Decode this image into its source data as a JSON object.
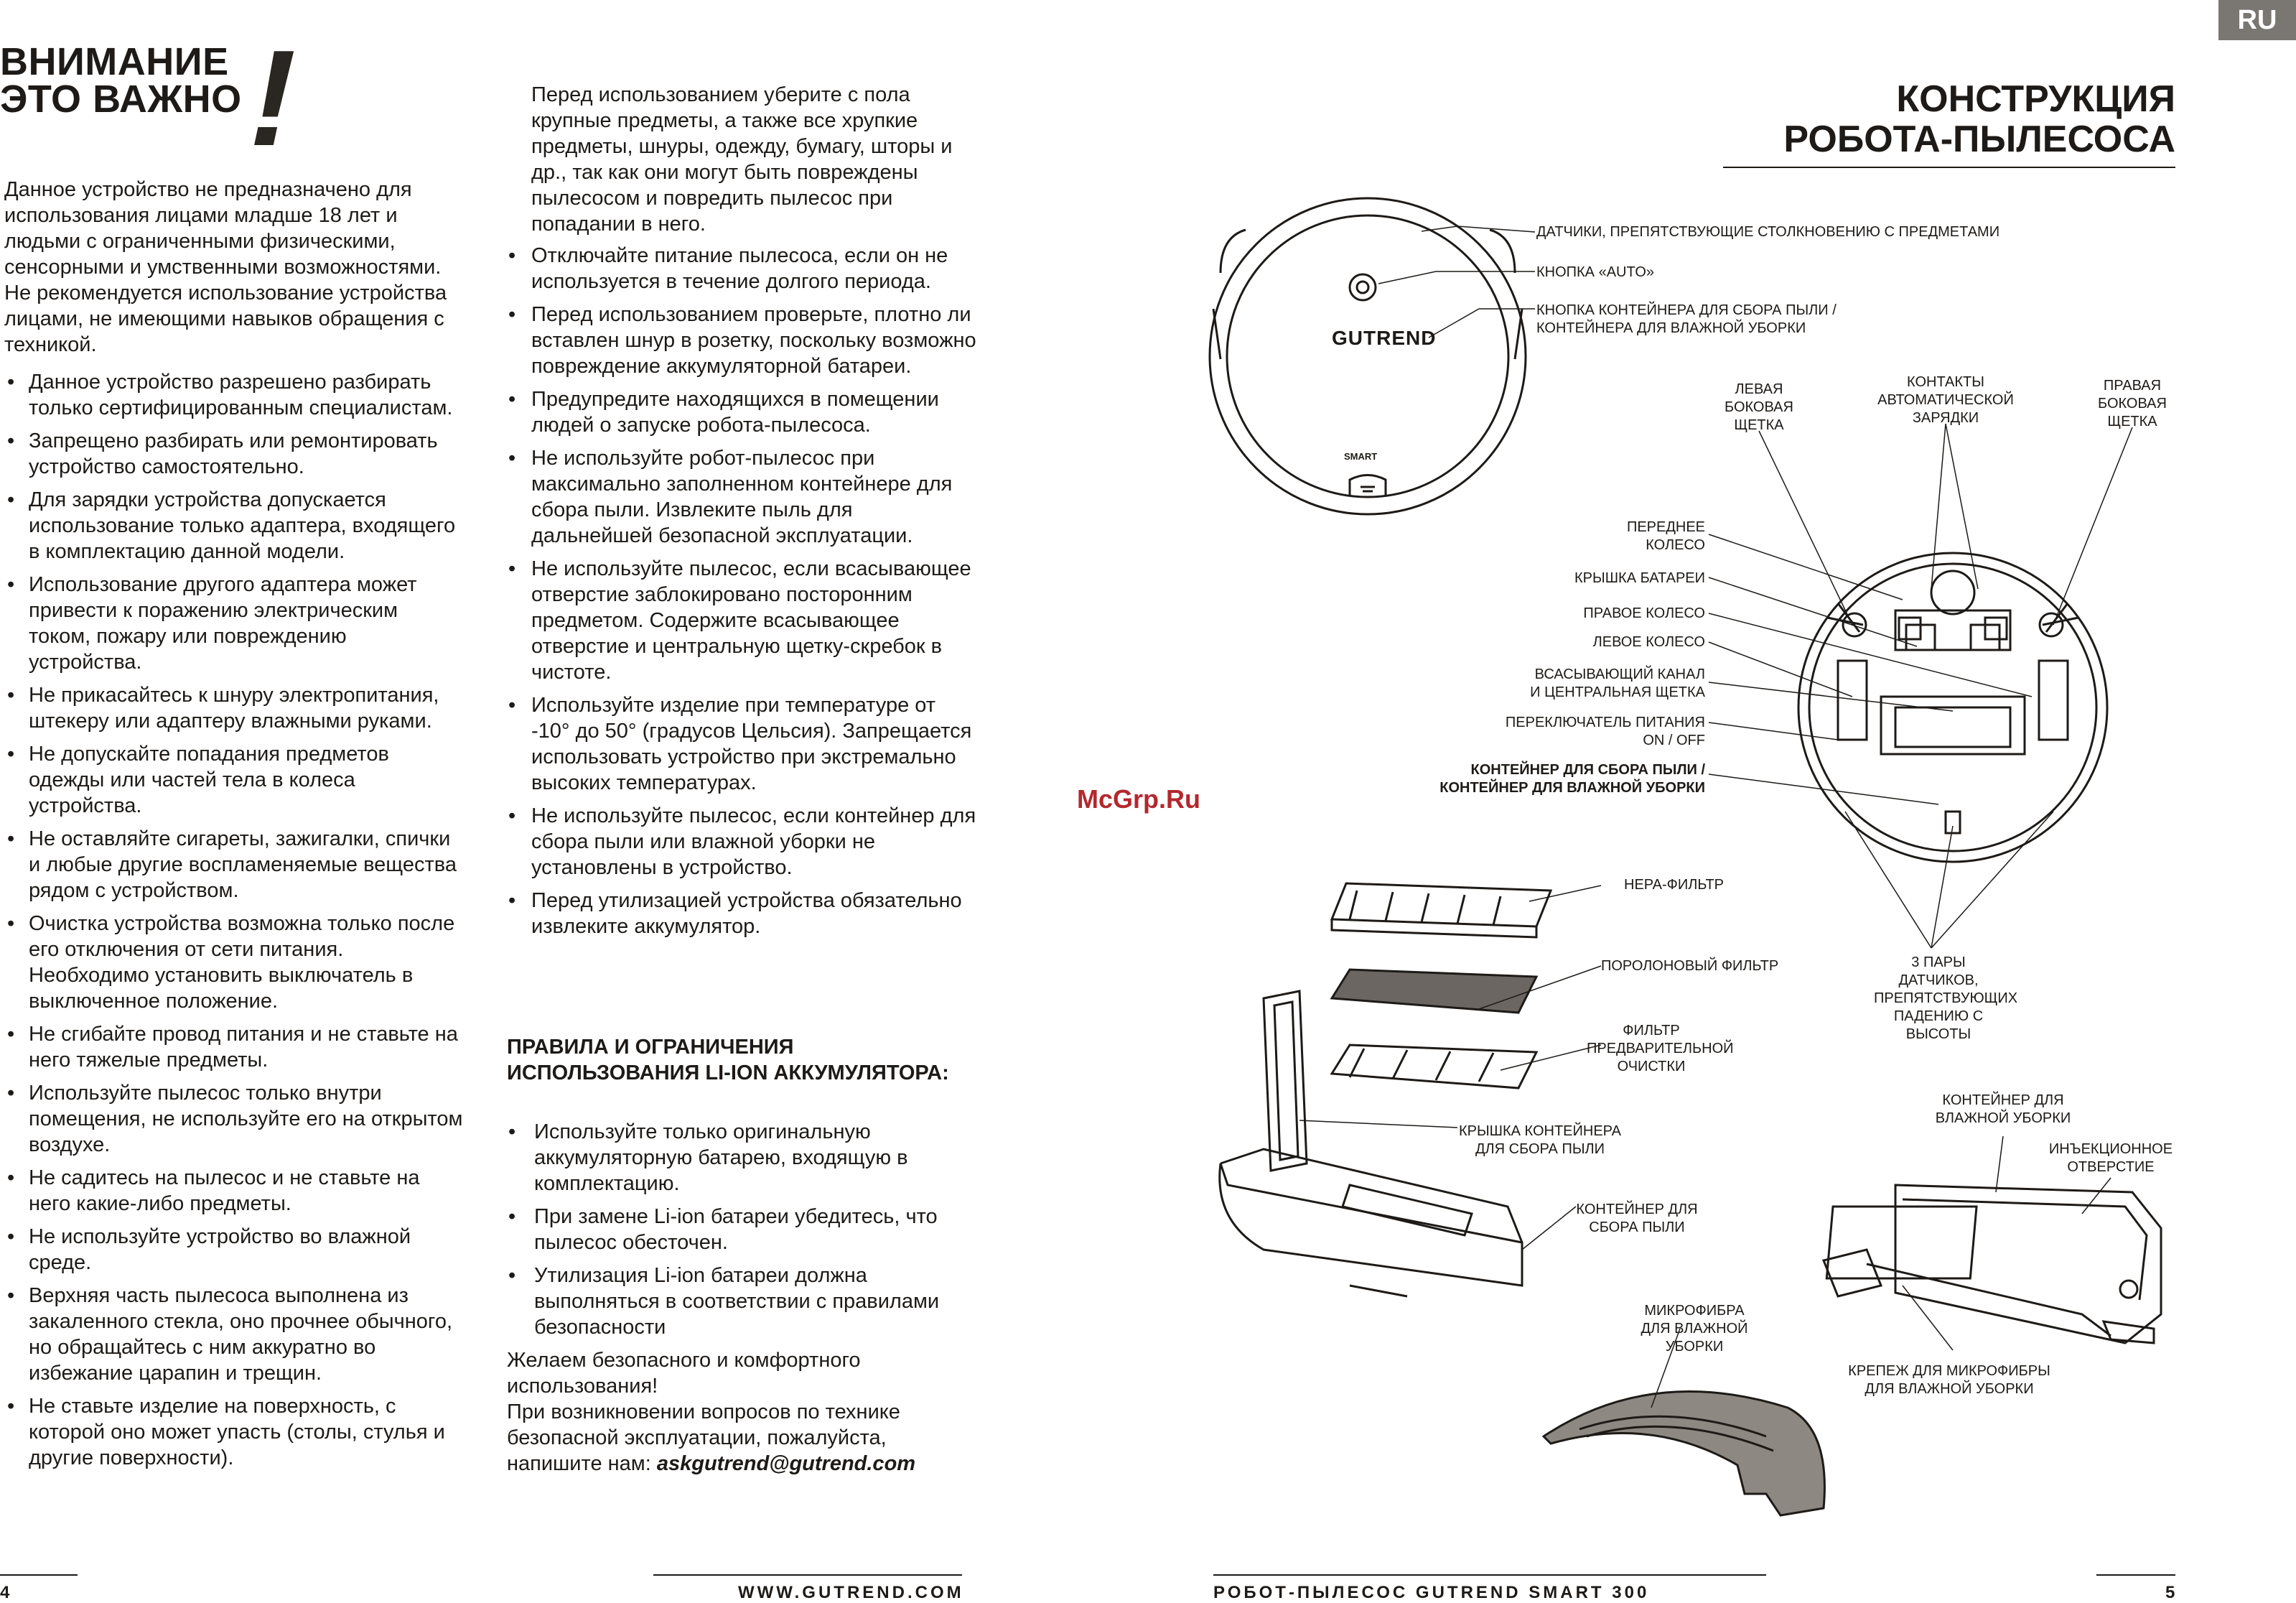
{
  "left_page": {
    "title": {
      "line1": "ВНИМАНИЕ",
      "line2": "ЭТО ВАЖНО",
      "exclamation": "!"
    },
    "intro": "Данное устройство не предназначено для использования лицами младше 18 лет и людьми с ограниченными физическими, сенсорными и умственными возможностями. Не рекомендуется использование устройства лицами, не имеющими навыков обращения с техникой.",
    "col1_bullets": [
      "Данное устройство разрешено разбирать только сертифицированным специалистам.",
      "Запрещено разбирать или ремонтировать устройство самостоятельно.",
      "Для зарядки устройства допускается использование только адаптера, входящего в комплектацию данной модели.",
      "Использование другого адаптера может привести к поражению электрическим током, пожару или повреждению устройства.",
      "Не прикасайтесь к шнуру электропитания, штекеру или адаптеру влажными руками.",
      "Не допускайте попадания предметов одежды или частей тела в колеса устройства.",
      "Не оставляйте сигареты, зажигалки, спички и любые другие воспламеняемые вещества рядом с устройством.",
      "Очистка устройства возможна только после его отключения от сети питания. Необходимо установить выключатель в выключенное положение.",
      "Не сгибайте провод питания и не ставьте на него тяжелые предметы.",
      "Используйте пылесос только внутри помещения, не используйте его на открытом воздухе.",
      "Не садитесь на пылесос и не ставьте на него какие-либо предметы.",
      "Не используйте устройство во влажной среде.",
      "Верхняя часть пылесоса выполнена из закаленного стекла, оно прочнее обычного, но обращайтесь с ним аккуратно во избежание царапин и трещин.",
      "Не ставьте изделие на поверхность, с которой оно может упасть (столы, стулья и другие поверхности)."
    ],
    "col2_intro": "Перед использованием уберите с пола крупные предметы, а также все хрупкие предметы, шнуры, одежду, бумагу, шторы и др., так как они могут быть повреждены пылесосом и повредить пылесос при попадании в него.",
    "col2_bullets": [
      "Отключайте питание пылесоса, если он не используется в течение долгого периода.",
      "Перед использованием проверьте, плотно ли вставлен шнур в розетку, поскольку возможно повреждение аккумуляторной батареи.",
      "Предупредите находящихся в помещении людей о запуске робота-пылесоса.",
      "Не используйте робот-пылесос при максимально заполненном контейнере для сбора пыли. Извлеките пыль для дальнейшей безопасной эксплуатации.",
      "Не используйте пылесос, если всасывающее отверстие заблокировано посторонним предметом. Содержите всасывающее отверстие и центральную щетку-скребок в чистоте.",
      "Используйте изделие при температуре от -10° до 50° (градусов Цельсия). Запрещается использовать устройство при экстремально высоких температурах.",
      "Не используйте пылесос, если контейнер для сбора пыли или влажной уборки не установлены в устройство.",
      "Перед утилизацией устройства обязательно извлеките аккумулятор."
    ],
    "li_ion": {
      "heading": "ПРАВИЛА И ОГРАНИЧЕНИЯ ИСПОЛЬЗОВАНИЯ LI-ION АККУМУЛЯТОРА:",
      "bullets": [
        "Используйте только оригинальную аккумуляторную батарею, входящую в комплектацию.",
        "При замене Li-ion батареи убедитесь, что пылесос обесточен.",
        "Утилизация Li-ion батареи должна выполняться в соответствии с правилами безопасности"
      ]
    },
    "closing": {
      "wish": "Желаем безопасного и комфортного использования!",
      "contact": "При возникновении вопросов по технике безопасной эксплуатации, пожалуйста, напишите нам:",
      "email": "askgutrend@gutrend.com"
    },
    "footer": {
      "page_number": "4",
      "site": "WWW.GUTREND.COM"
    }
  },
  "watermark": "McGrp.Ru",
  "right_page": {
    "lang_badge": "RU",
    "title_line1": "КОНСТРУКЦИЯ",
    "title_line2": "РОБОТА-ПЫЛЕСОСА",
    "robot_logo": "GUTREND",
    "robot_model": "SMART",
    "labels": {
      "sensors": "ДАТЧИКИ, ПРЕПЯТСТВУЮЩИЕ СТОЛКНОВЕНИЮ С ПРЕДМЕТАМИ",
      "auto_button": "КНОПКА «AUTO»",
      "container_button_1": "КНОПКА КОНТЕЙНЕРА ДЛЯ СБОРА ПЫЛИ /",
      "container_button_2": "КОНТЕЙНЕРА ДЛЯ ВЛАЖНОЙ УБОРКИ",
      "left_brush": "ЛЕВАЯ БОКОВАЯ ЩЕТКА",
      "charge_contacts": "КОНТАКТЫ АВТОМАТИЧЕСКОЙ ЗАРЯДКИ",
      "right_brush": "ПРАВАЯ БОКОВАЯ ЩЕТКА",
      "front_wheel": "ПЕРЕДНЕЕ КОЛЕСО",
      "battery_cover": "КРЫШКА БАТАРЕИ",
      "right_wheel": "ПРАВОЕ КОЛЕСО",
      "left_wheel": "ЛЕВОЕ КОЛЕСО",
      "suction_1": "ВСАСЫВАЮЩИЙ КАНАЛ",
      "suction_2": "И ЦЕНТРАЛЬНАЯ ЩЕТКА",
      "power_switch_1": "ПЕРЕКЛЮЧАТЕЛЬ ПИТАНИЯ",
      "power_switch_2": "ON / OFF",
      "dust_wet_container_1": "КОНТЕЙНЕР ДЛЯ СБОРА ПЫЛИ /",
      "dust_wet_container_2": "КОНТЕЙНЕР ДЛЯ ВЛАЖНОЙ УБОРКИ",
      "hepa": "HEPA-ФИЛЬТР",
      "foam": "ПОРОЛОНОВЫЙ ФИЛЬТР",
      "prefilter": "ФИЛЬТР ПРЕДВАРИТЕЛЬНОЙ ОЧИСТКИ",
      "drop_sensors": "3 ПАРЫ ДАТЧИКОВ, ПРЕПЯТСТВУЮЩИХ ПАДЕНИЮ С ВЫСОТЫ",
      "dust_lid": "КРЫШКА КОНТЕЙНЕРА ДЛЯ СБОРА ПЫЛИ",
      "dust_container": "КОНТЕЙНЕР ДЛЯ СБОРА ПЫЛИ",
      "wet_container": "КОНТЕЙНЕР ДЛЯ ВЛАЖНОЙ УБОРКИ",
      "injection_hole": "ИНЪЕКЦИОННОЕ ОТВЕРСТИЕ",
      "microfiber": "МИКРОФИБРА ДЛЯ ВЛАЖНОЙ УБОРКИ",
      "microfiber_mount": "КРЕПЕЖ ДЛЯ МИКРОФИБРЫ ДЛЯ ВЛАЖНОЙ УБОРКИ"
    },
    "footer": {
      "product": "РОБОТ-ПЫЛЕСОС GUTREND SMART 300",
      "page_number": "5"
    }
  }
}
